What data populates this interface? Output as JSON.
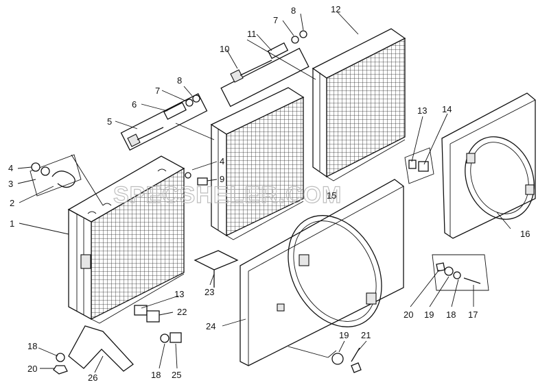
{
  "watermark": "SPECSHELER.COM",
  "callouts": [
    "1",
    "2",
    "3",
    "4",
    "4",
    "5",
    "6",
    "7",
    "7",
    "8",
    "8",
    "9",
    "10",
    "11",
    "12",
    "13",
    "13",
    "14",
    "15",
    "16",
    "17",
    "18",
    "18",
    "18",
    "19",
    "19",
    "20",
    "20",
    "21",
    "22",
    "23",
    "24",
    "25",
    "26"
  ]
}
